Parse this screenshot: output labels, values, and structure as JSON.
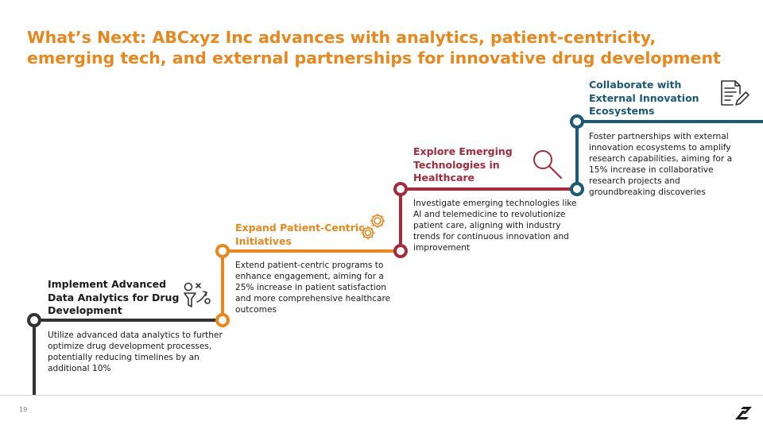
{
  "slide": {
    "title": "What’s Next: ABCxyz Inc advances with analytics, patient-centricity, emerging tech, and external partnerships for innovative drug development",
    "page_number": "19"
  },
  "colors": {
    "title": "#e8871e",
    "step1": "#333333",
    "step2": "#e8871e",
    "step3": "#a32c3c",
    "step4": "#1c5878"
  },
  "steps": [
    {
      "title": "Implement Advanced Data Analytics for Drug Development",
      "description": "Utilize advanced data analytics to further optimize drug development processes, potentially reducing timelines by an additional 10%",
      "icon": "funnel-analytics-icon"
    },
    {
      "title": "Expand Patient-Centric Initiatives",
      "description": "Extend patient-centric programs to enhance engagement, aiming for a 25% increase in patient satisfaction and more comprehensive healthcare outcomes",
      "icon": "gears-icon"
    },
    {
      "title": "Explore Emerging Technologies in Healthcare",
      "description": "Investigate emerging technologies like AI and telemedicine to revolutionize patient care, aligning with industry trends for continuous innovation and improvement",
      "icon": "magnifier-icon"
    },
    {
      "title": "Collaborate with External Innovation Ecosystems",
      "description": "Foster partnerships with external innovation ecosystems to amplify research capabilities, aiming for a 15% increase in collaborative research projects and groundbreaking discoveries",
      "icon": "document-pen-icon"
    }
  ]
}
